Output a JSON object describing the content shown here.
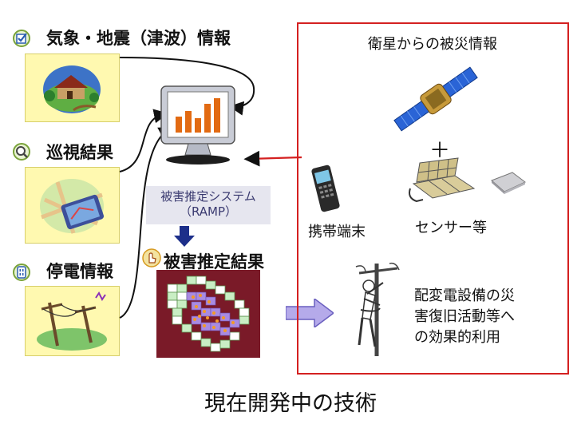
{
  "inputs": [
    {
      "label": "気象・地震（津波）情報",
      "icon": "checkbox-icon"
    },
    {
      "label": "巡視結果",
      "icon": "magnifier-icon"
    },
    {
      "label": "停電情報",
      "icon": "outlet-icon"
    }
  ],
  "system": {
    "name": "被害推定システム",
    "abbr": "（RAMP）"
  },
  "result": {
    "label": "被害推定結果",
    "icon": "hand-pointer-icon"
  },
  "panel": {
    "satellite_label": "衛星からの被災情報",
    "plus": "＋",
    "mobile_label": "携帯端末",
    "sensor_label": "センサー等",
    "usage_lines": [
      "配変電設備の災",
      "害復旧活動等へ",
      "の効果的利用"
    ]
  },
  "caption": "現在開発中の技術",
  "colors": {
    "frame": "#d42020",
    "arrow": "#9a8fd6",
    "map_bg": "#7a1a28",
    "picture_bg": "#fff9b0"
  }
}
